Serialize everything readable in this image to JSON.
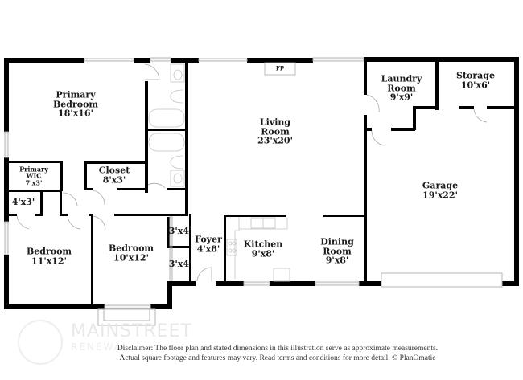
{
  "floor_plan": {
    "rooms": [
      {
        "id": "primary-bedroom",
        "name": "Primary Bedroom",
        "line1": "Primary",
        "line2": "Bedroom",
        "dims": "18'x16'"
      },
      {
        "id": "primary-wic",
        "name": "Primary WIC",
        "line1": "Primary",
        "line2": "WIC",
        "dims": "7'x3'"
      },
      {
        "id": "closet",
        "name": "Closet",
        "line1": "Closet",
        "dims": "8'x3'"
      },
      {
        "id": "closet-4x3",
        "name": "Closet",
        "dims": "4'x3'"
      },
      {
        "id": "bedroom-1",
        "name": "Bedroom",
        "line1": "Bedroom",
        "dims": "11'x12'"
      },
      {
        "id": "bedroom-2",
        "name": "Bedroom",
        "line1": "Bedroom",
        "dims": "10'x12'"
      },
      {
        "id": "closet-3x4-a",
        "name": "Closet",
        "dims": "3'x4'"
      },
      {
        "id": "closet-3x4-b",
        "name": "Closet",
        "dims": "3'x4'"
      },
      {
        "id": "foyer",
        "name": "Foyer",
        "line1": "Foyer",
        "dims": "4'x8'"
      },
      {
        "id": "living-room",
        "name": "Living Room",
        "line1": "Living",
        "line2": "Room",
        "dims": "23'x20'"
      },
      {
        "id": "kitchen",
        "name": "Kitchen",
        "line1": "Kitchen",
        "dims": "9'x8'"
      },
      {
        "id": "dining-room",
        "name": "Dining Room",
        "line1": "Dining",
        "line2": "Room",
        "dims": "9'x8'"
      },
      {
        "id": "laundry-room",
        "name": "Laundry Room",
        "line1": "Laundry",
        "line2": "Room",
        "dims": "9'x9'"
      },
      {
        "id": "storage",
        "name": "Storage",
        "line1": "Storage",
        "dims": "10'x6'"
      },
      {
        "id": "garage",
        "name": "Garage",
        "line1": "Garage",
        "dims": "19'x22'"
      }
    ],
    "fixtures": {
      "fireplace": "FP"
    }
  },
  "watermark": {
    "brand": "MAINSTREET",
    "sub": "RENEWAL"
  },
  "disclaimer": {
    "line1": "Disclaimer: The floor plan and stated dimensions in this illustration serve as approximate measurements.",
    "line2": "Actual square footage and features may vary. Read terms and conditions for more detail. © PlanOmatic"
  },
  "colors": {
    "wall": "#000000",
    "fixture": "#bbbbbb",
    "text": "#1a1a1a"
  }
}
